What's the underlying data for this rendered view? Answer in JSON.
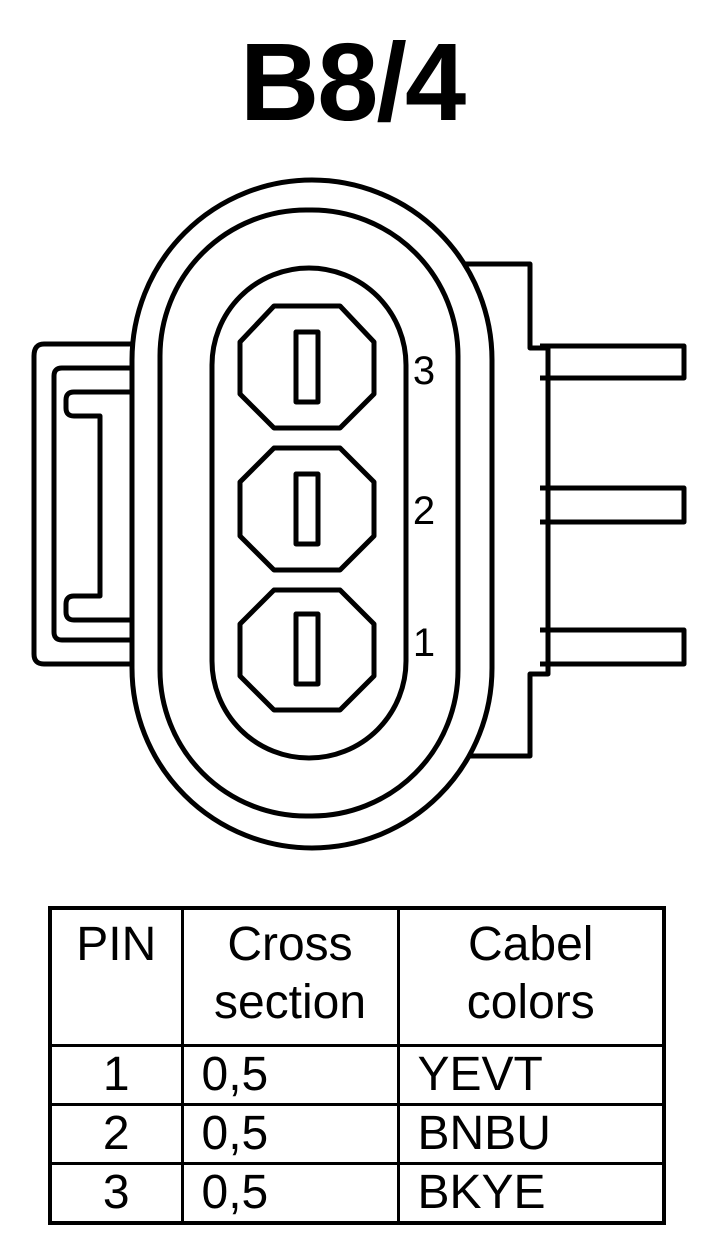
{
  "title": "B8/4",
  "connector": {
    "pins": [
      {
        "number": "3"
      },
      {
        "number": "2"
      },
      {
        "number": "1"
      }
    ]
  },
  "table": {
    "headers": {
      "pin": "PIN",
      "cross_line1": "Cross",
      "cross_line2": "section",
      "color_line1": "Cabel",
      "color_line2": "colors"
    },
    "rows": [
      {
        "pin": "1",
        "cross_section": "0,5",
        "color": "YEVT"
      },
      {
        "pin": "2",
        "cross_section": "0,5",
        "color": "BNBU"
      },
      {
        "pin": "3",
        "cross_section": "0,5",
        "color": "BKYE"
      }
    ]
  }
}
